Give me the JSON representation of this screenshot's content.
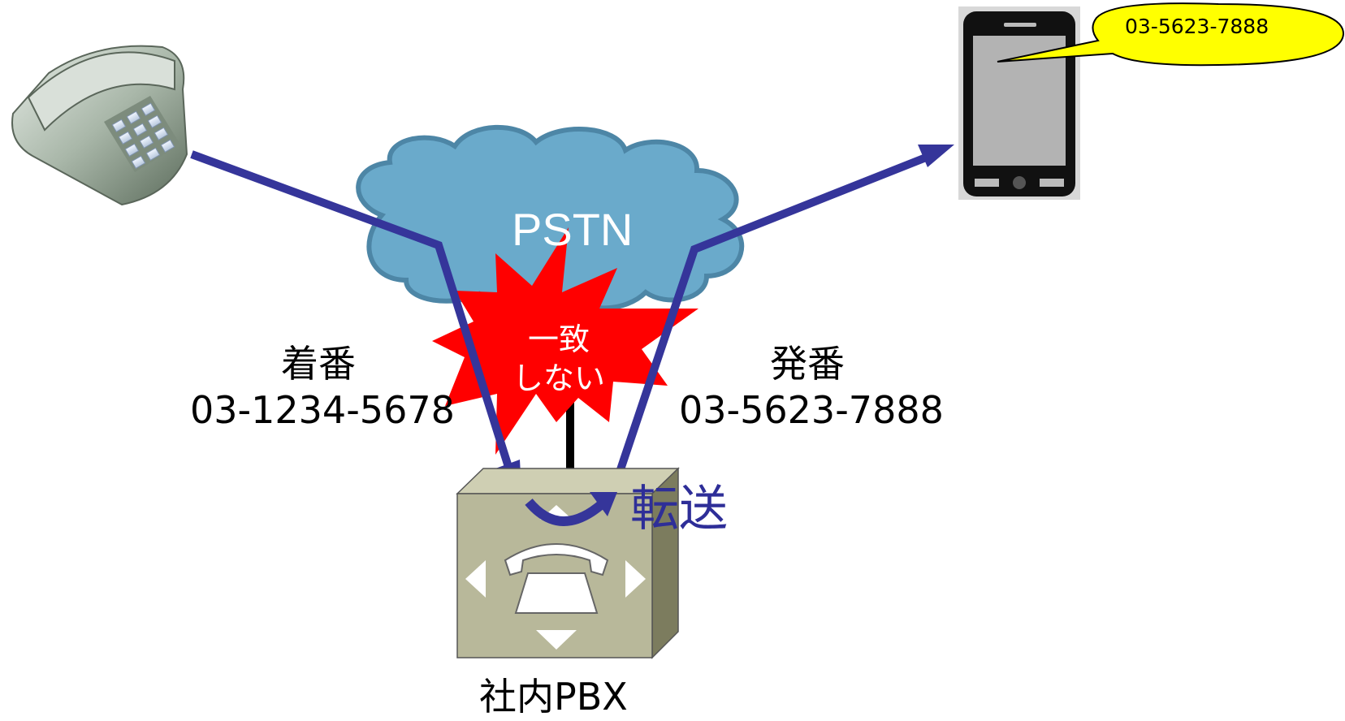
{
  "diagram": {
    "network_label": "PSTN",
    "incoming": {
      "heading": "着番",
      "number": "03-1234-5678"
    },
    "outgoing": {
      "heading": "発番",
      "number": "03-5623-7888"
    },
    "mismatch": {
      "line1": "一致",
      "line2": "しない"
    },
    "transfer_label": "転送",
    "pbx_label": "社内PBX",
    "phone_display": "03-5623-7888"
  },
  "colors": {
    "arrow": "#35359a",
    "cloud": "#6aaacb",
    "burst": "#ff0000",
    "bubble": "#ffff00",
    "pbx_box": "#b8b89a"
  },
  "icons": [
    "desk-phone-icon",
    "cloud-icon",
    "explosion-icon",
    "pbx-icon",
    "smartphone-icon",
    "speech-bubble-icon"
  ]
}
